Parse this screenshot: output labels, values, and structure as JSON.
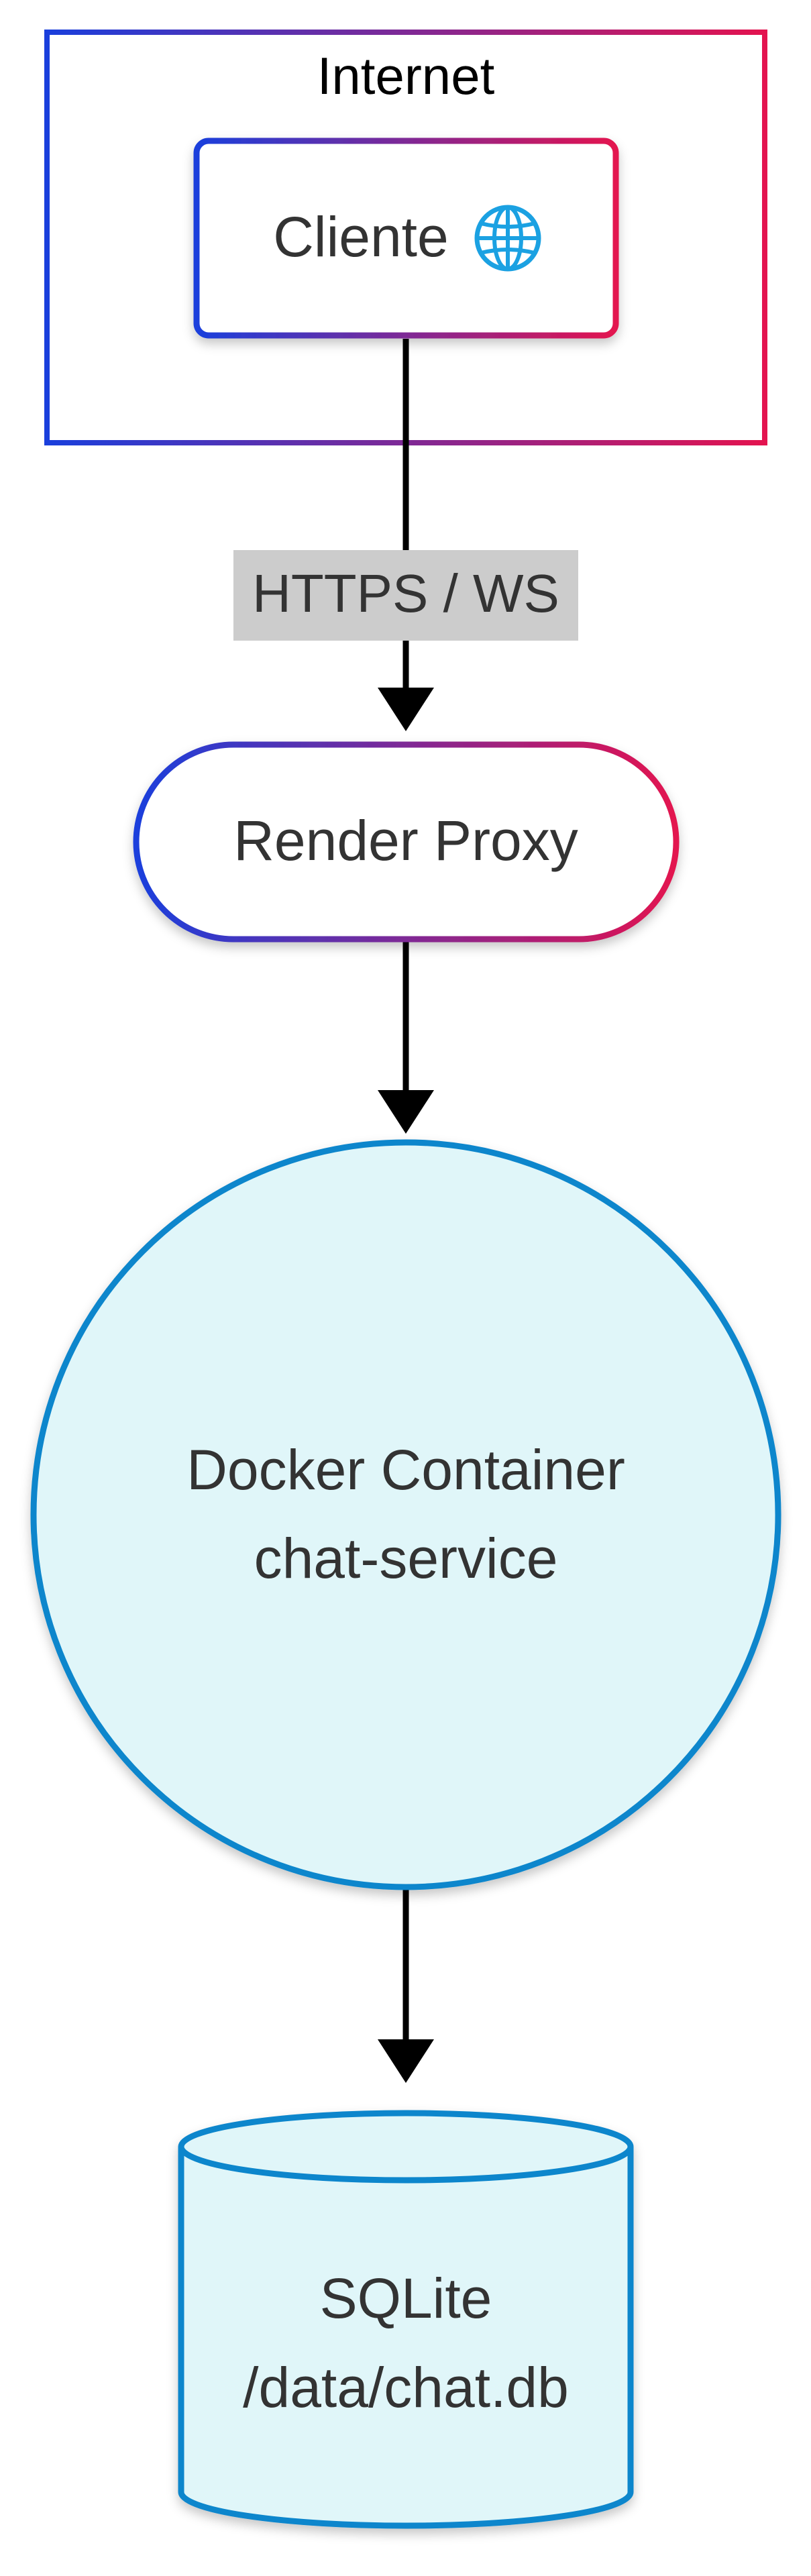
{
  "group": {
    "label": "Internet"
  },
  "nodes": {
    "client": {
      "label": "Cliente",
      "icon": "globe-icon"
    },
    "proxy": {
      "label": "Render Proxy"
    },
    "container": {
      "line1": "Docker Container",
      "line2": "chat-service"
    },
    "database": {
      "line1": "SQLite",
      "line2": "/data/chat.db"
    }
  },
  "edges": {
    "client_to_proxy": {
      "label": "HTTPS / WS"
    }
  },
  "colors": {
    "gradient_start": "#1a3fdc",
    "gradient_end": "#e3134f",
    "container_stroke": "#0a86cc",
    "container_fill": "#e0f6f9",
    "edge_label_bg": "#cccccc",
    "text": "#333333",
    "arrow": "#000000",
    "globe": "#1ba1e2"
  }
}
